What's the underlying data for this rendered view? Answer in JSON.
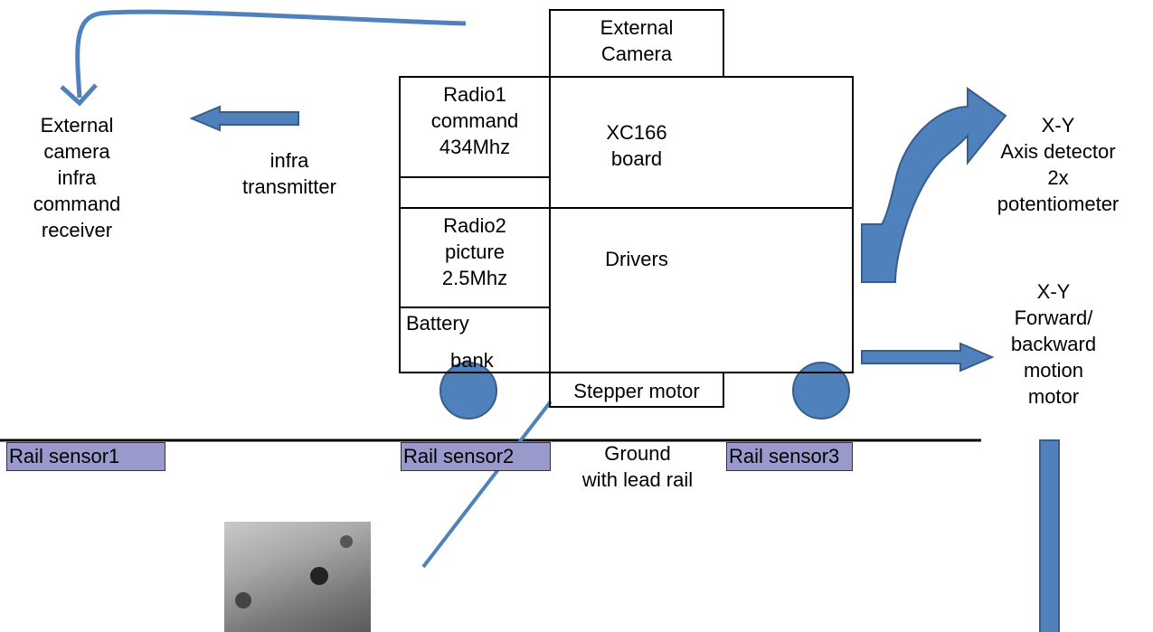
{
  "external_camera": "External\nCamera",
  "radio1": "Radio1\ncommand\n434Mhz",
  "xc166": "XC166\nboard",
  "radio2": "Radio2\npicture\n2.5Mhz",
  "drivers": "Drivers",
  "battery_line1": "Battery",
  "battery_line2": "bank",
  "stepper_motor": "Stepper motor",
  "ext_receiver": "External\ncamera\ninfra\ncommand\nreceiver",
  "infra_transmitter": "infra\ntransmitter",
  "axis_detector": "X-Y\nAxis detector\n2x\npotentiometer",
  "motion_motor": "X-Y\nForward/\nbackward\nmotion\nmotor",
  "rail_sensor1": "Rail sensor1",
  "rail_sensor2": "Rail sensor2",
  "rail_sensor3": "Rail sensor3",
  "ground": "Ground\nwith lead rail",
  "colors": {
    "arrow_fill": "#4f81bd",
    "arrow_stroke": "#385d8a",
    "sensor_fill": "#9999cc",
    "line": "#000000"
  }
}
